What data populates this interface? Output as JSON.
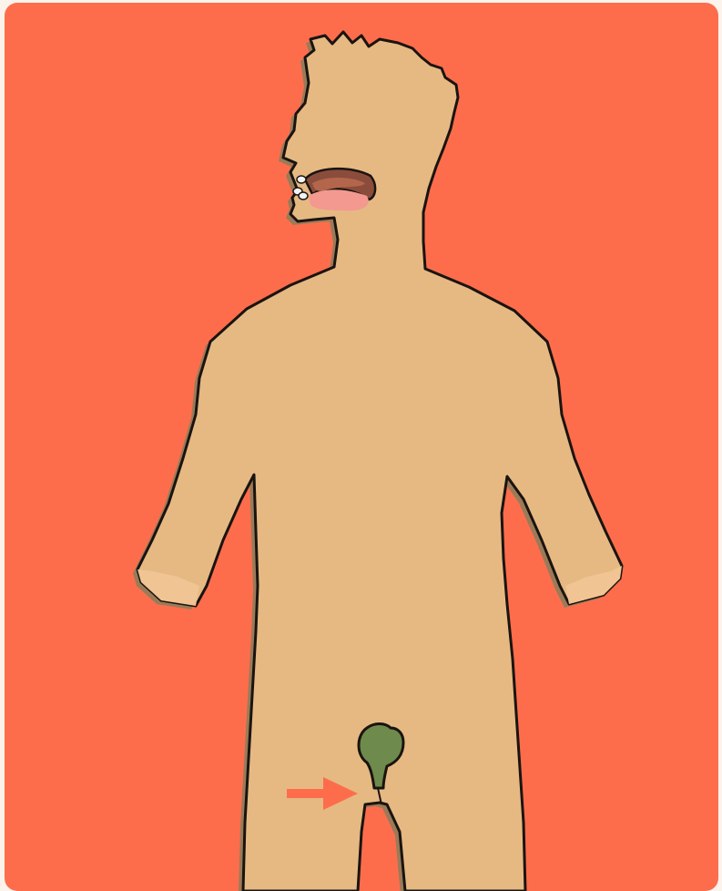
{
  "illustration": {
    "subject": "human-silhouette-digestive-end",
    "highlighted_organ": "rectum-anus",
    "indicator": "arrow-pointing-right"
  },
  "colors": {
    "background": "#fd6d4c",
    "page": "#fbf3ec",
    "skin": "#e6b983",
    "skin_shadow": "#9a7b58",
    "outline": "#1a1410",
    "mouth_dark": "#8a4d3c",
    "mouth_inner": "#b4664c",
    "tongue": "#f3998f",
    "teeth": "#f2f2f2",
    "organ": "#6e8a4c",
    "arrow": "#fd6d4c"
  }
}
